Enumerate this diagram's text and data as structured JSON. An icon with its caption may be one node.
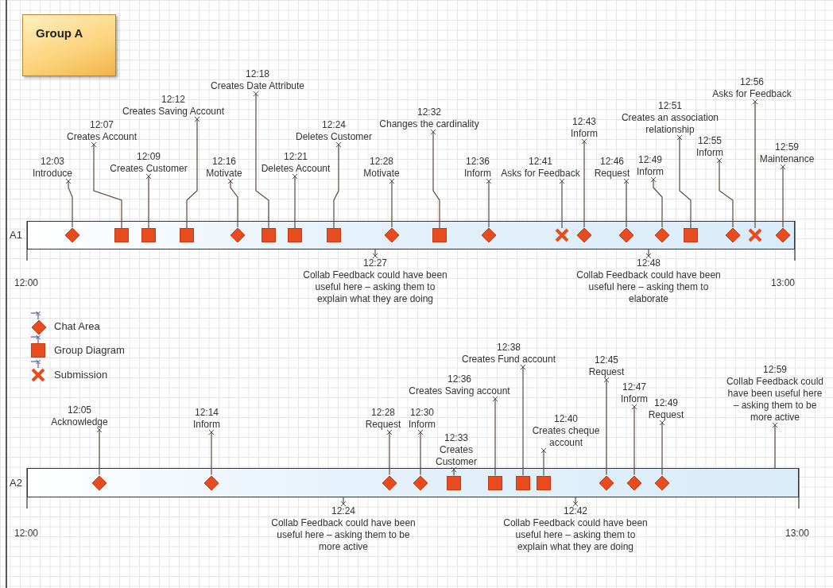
{
  "diagram": {
    "nodes": [
      {
        "text": [
          "Group A"
        ]
      },
      {
        "text": [],
        "shape": "bar",
        "beside": [
          "A1"
        ]
      },
      {
        "text": [],
        "shape": "diamond",
        "in": 1
      },
      {
        "text": [],
        "shape": "box",
        "in": 1
      },
      {
        "text": [],
        "shape": "box",
        "in": 1
      },
      {
        "text": [],
        "shape": "box",
        "in": 1
      },
      {
        "text": [],
        "shape": "diamond",
        "in": 1
      },
      {
        "text": [],
        "shape": "box",
        "in": 1
      },
      {
        "text": [],
        "shape": "box",
        "in": 1
      },
      {
        "text": [],
        "shape": "box",
        "in": 1
      },
      {
        "text": [],
        "shape": "diamond",
        "in": 1
      },
      {
        "text": [],
        "shape": "box",
        "in": 1
      },
      {
        "text": [],
        "shape": "diamond",
        "in": 1
      },
      {
        "text": [],
        "shape": "cross",
        "in": 1
      },
      {
        "text": [],
        "shape": "diamond",
        "in": 1
      },
      {
        "text": [],
        "shape": "diamond",
        "in": 1
      },
      {
        "text": [],
        "shape": "diamond",
        "in": 1
      },
      {
        "text": [],
        "shape": "box",
        "in": 1
      },
      {
        "text": [],
        "shape": "diamond",
        "in": 1
      },
      {
        "text": [],
        "shape": "cross",
        "in": 1
      },
      {
        "text": [],
        "shape": "diamond",
        "in": 1
      },
      {
        "text": [
          "12:03",
          "Introduce"
        ]
      },
      {
        "text": [
          "12:07",
          "Creates Account"
        ]
      },
      {
        "text": [
          "12:09",
          "Creates Customer"
        ]
      },
      {
        "text": [
          "12:12",
          "Creates Saving Account"
        ]
      },
      {
        "text": [
          "12:16",
          "Motivate"
        ]
      },
      {
        "text": [
          "12:18",
          "Creates Date Attribute"
        ]
      },
      {
        "text": [
          "12:21",
          "Deletes Account"
        ]
      },
      {
        "text": [
          "12:24",
          "Deletes Customer"
        ]
      },
      {
        "text": [
          "12:28",
          "Motivate"
        ]
      },
      {
        "text": [
          "12:32",
          "Changes the cardinality"
        ]
      },
      {
        "text": [
          "12:36",
          "Inform"
        ]
      },
      {
        "text": [
          "12:41",
          "Asks for Feedback"
        ]
      },
      {
        "text": [
          "12:43",
          "Inform"
        ]
      },
      {
        "text": [
          "12:46",
          "Request"
        ]
      },
      {
        "text": [
          "12:49",
          "Inform"
        ]
      },
      {
        "text": [
          "12:51",
          "Creates an association relationship"
        ]
      },
      {
        "text": [
          "12:55",
          "Inform"
        ]
      },
      {
        "text": [
          "12:56",
          "Asks for Feedback"
        ]
      },
      {
        "text": [
          "12:59",
          "Maintenance"
        ]
      },
      {
        "text": [
          "12:27",
          "Collab Feedback could have been useful here – asking them to explain what they are doing"
        ]
      },
      {
        "text": [
          "12:48",
          "Collab Feedback could have been useful here – asking them to elaborate"
        ]
      },
      {
        "text": [],
        "shape": "bar",
        "beside": [
          "A2"
        ]
      },
      {
        "text": [],
        "shape": "diamond",
        "in": 42
      },
      {
        "text": [],
        "shape": "diamond",
        "in": 42
      },
      {
        "text": [],
        "shape": "diamond",
        "in": 42
      },
      {
        "text": [],
        "shape": "diamond",
        "in": 42
      },
      {
        "text": [],
        "shape": "box",
        "in": 42
      },
      {
        "text": [],
        "shape": "box",
        "in": 42
      },
      {
        "text": [],
        "shape": "box",
        "in": 42
      },
      {
        "text": [],
        "shape": "box",
        "in": 42
      },
      {
        "text": [],
        "shape": "diamond",
        "in": 42
      },
      {
        "text": [],
        "shape": "diamond",
        "in": 42
      },
      {
        "text": [],
        "shape": "diamond",
        "in": 42
      },
      {
        "text": [
          "12:05",
          "Acknowledge"
        ]
      },
      {
        "text": [
          "12:14",
          "Inform"
        ]
      },
      {
        "text": [
          "12:28",
          "Request"
        ]
      },
      {
        "text": [
          "12:30",
          "Inform"
        ]
      },
      {
        "text": [
          "12:33",
          "Creates Customer"
        ]
      },
      {
        "text": [
          "12:36",
          "Creates Saving account"
        ]
      },
      {
        "text": [
          "12:38",
          "Creates Fund account"
        ]
      },
      {
        "text": [
          "12:40",
          "Creates cheque account"
        ]
      },
      {
        "text": [
          "12:45",
          "Request"
        ]
      },
      {
        "text": [
          "12:47",
          "Inform"
        ]
      },
      {
        "text": [
          "12:49",
          "Request"
        ]
      },
      {
        "text": [
          "12:24",
          "Collab Feedback could have been useful here – asking them to be more active"
        ]
      },
      {
        "text": [
          "12:42",
          "Collab Feedback could have been useful here – asking them to explain what they are doing"
        ]
      },
      {
        "text": [
          "12:59",
          "Collab Feedback could have been useful here – asking them to be more active"
        ]
      }
    ],
    "edges": [
      {
        "from": 21,
        "to": 2,
        "arrow": "other"
      },
      {
        "from": 22,
        "to": 3,
        "arrow": "other"
      },
      {
        "from": 23,
        "to": 4,
        "arrow": "other"
      },
      {
        "from": 24,
        "to": 5,
        "arrow": "other"
      },
      {
        "from": 25,
        "to": 6,
        "arrow": "other"
      },
      {
        "from": 26,
        "to": 7,
        "arrow": "other"
      },
      {
        "from": 27,
        "to": 8,
        "arrow": "other"
      },
      {
        "from": 28,
        "to": 9,
        "arrow": "other"
      },
      {
        "from": 29,
        "to": 10,
        "arrow": "other"
      },
      {
        "from": 30,
        "to": 11,
        "arrow": "other"
      },
      {
        "from": 31,
        "to": 12,
        "arrow": "other"
      },
      {
        "from": 32,
        "to": 13,
        "arrow": "other"
      },
      {
        "from": 33,
        "to": 14,
        "arrow": "other"
      },
      {
        "from": 34,
        "to": 15,
        "arrow": "other"
      },
      {
        "from": 35,
        "to": 16,
        "arrow": "other"
      },
      {
        "from": 36,
        "to": 17,
        "arrow": "other"
      },
      {
        "from": 37,
        "to": 18,
        "arrow": "other"
      },
      {
        "from": 38,
        "to": 19,
        "arrow": "other"
      },
      {
        "from": 39,
        "to": 20,
        "arrow": "other"
      },
      {
        "from": 40,
        "to": 1,
        "arrow": "other"
      },
      {
        "from": 41,
        "to": 1,
        "arrow": "other"
      },
      {
        "from": 54,
        "to": 43,
        "arrow": "other"
      },
      {
        "from": 55,
        "to": 44,
        "arrow": "other"
      },
      {
        "from": 56,
        "to": 45,
        "arrow": "other"
      },
      {
        "from": 57,
        "to": 46,
        "arrow": "other"
      },
      {
        "from": 58,
        "to": 47,
        "arrow": "other"
      },
      {
        "from": 59,
        "to": 48,
        "arrow": "other"
      },
      {
        "from": 60,
        "to": 49,
        "arrow": "other"
      },
      {
        "from": 61,
        "to": 50,
        "arrow": "other"
      },
      {
        "from": 62,
        "to": 51,
        "arrow": "other"
      },
      {
        "from": 63,
        "to": 52,
        "arrow": "other"
      },
      {
        "from": 64,
        "to": 53,
        "arrow": "other"
      },
      {
        "from": 65,
        "to": 42,
        "arrow": "other"
      },
      {
        "from": 66,
        "to": 42,
        "arrow": "other"
      },
      {
        "from": 67,
        "to": 42,
        "arrow": "other"
      }
    ],
    "labels": [
      "12:00",
      "13:00",
      "12:00",
      "13:00"
    ],
    "legend": [
      {
        "text": "Chat Area"
      },
      {
        "text": "Group Diagram"
      },
      {
        "text": "Submission"
      }
    ]
  }
}
